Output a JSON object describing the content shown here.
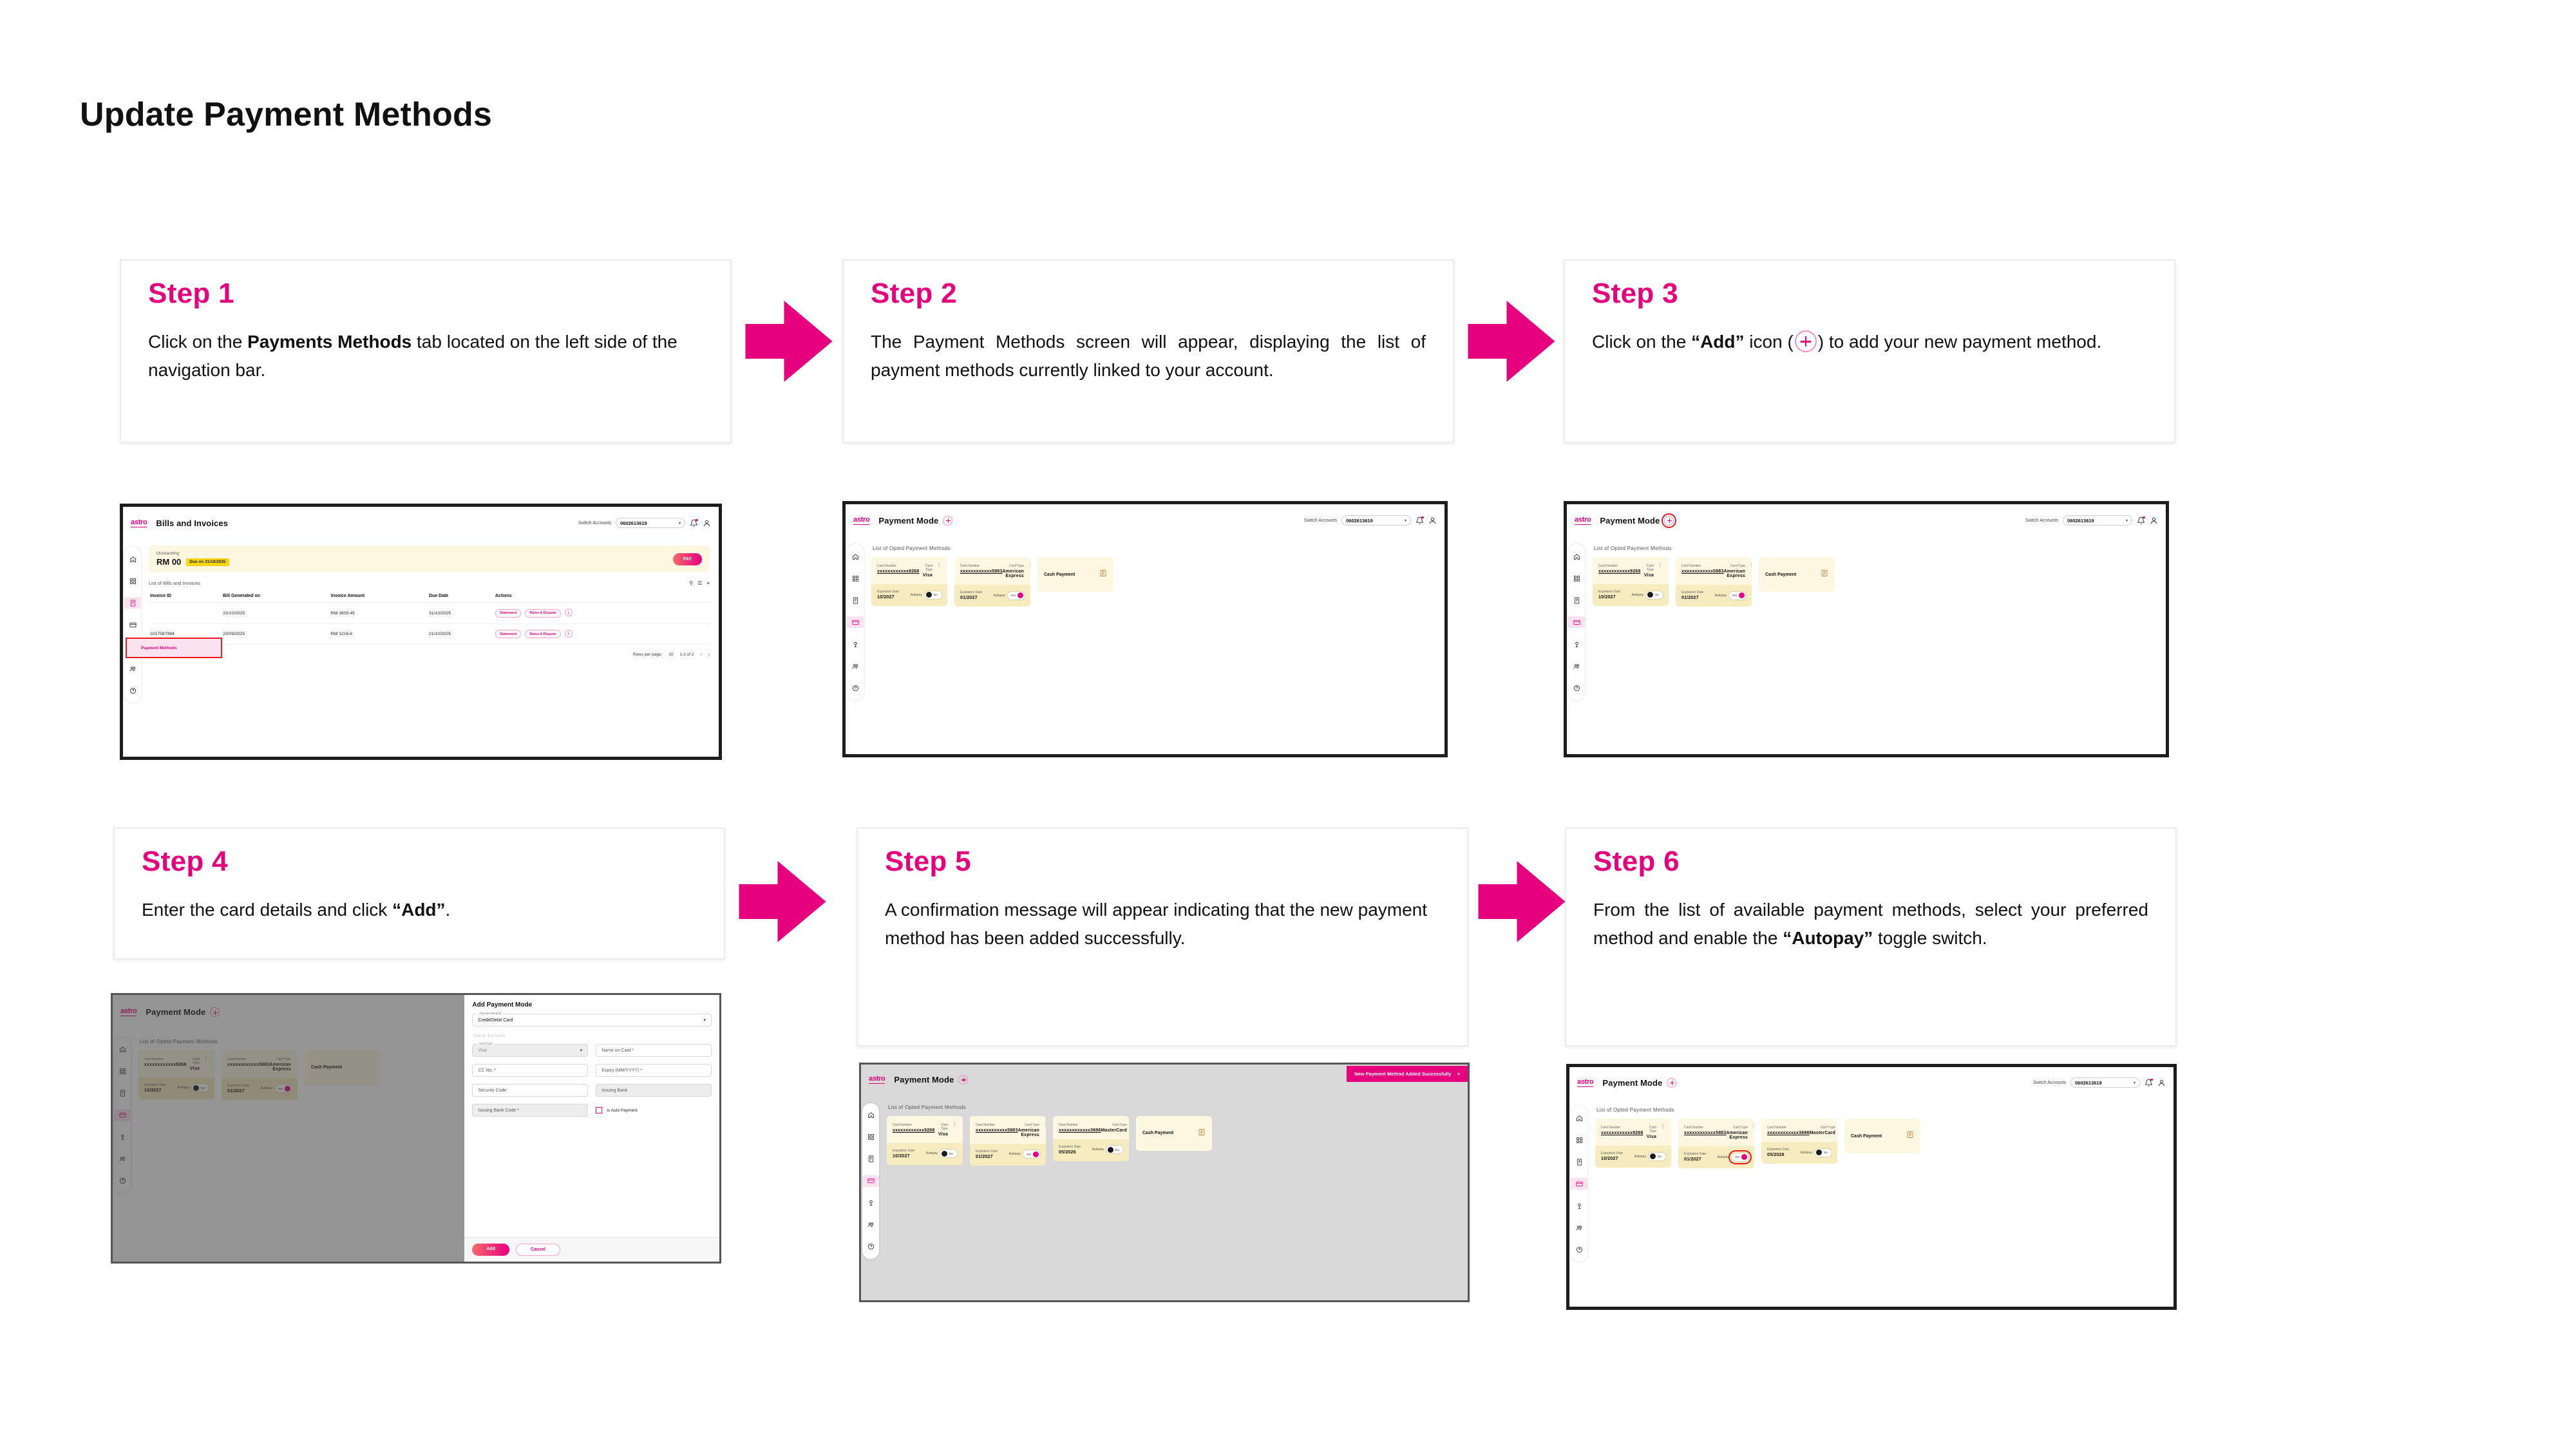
{
  "page": {
    "title": "Update Payment Methods"
  },
  "accent": {
    "pink": "#E6007E",
    "highlight_red": "#ee1c1c",
    "yellow": "#FFD60A",
    "card_bg": "#FEF8E2"
  },
  "steps": [
    {
      "heading": "Step 1",
      "text_parts": [
        "Click on the ",
        "Payments Methods",
        " tab located on the left side of the navigation bar."
      ]
    },
    {
      "heading": "Step 2",
      "text_parts": [
        "The Payment Methods screen will appear, displaying the list of payment methods currently linked to your account."
      ]
    },
    {
      "heading": "Step 3",
      "text_parts": [
        "Click on the ",
        "“Add”",
        " icon (",
        ") to add your new payment method."
      ]
    },
    {
      "heading": "Step 4",
      "text_parts": [
        "Enter the card details and click ",
        "“Add”",
        "."
      ]
    },
    {
      "heading": "Step 5",
      "text_parts": [
        "A confirmation message will appear indicating that the new payment method has been added successfully."
      ]
    },
    {
      "heading": "Step 6",
      "text_parts": [
        "From the list of available payment methods, select your preferred method and enable the ",
        "“Autopay”",
        " toggle switch."
      ]
    }
  ],
  "app": {
    "logo": "astro",
    "switch_accounts_label": "Switch Accounts",
    "account_number": "0602613619",
    "titles": {
      "bills": "Bills and Invoices",
      "payment_mode": "Payment Mode"
    },
    "nav_icons": [
      "home-icon",
      "dashboard-icon",
      "bills-icon",
      "payment-methods-icon",
      "services-icon",
      "profiles-icon",
      "help-icon"
    ],
    "payment_methods_label": "Payment Methods"
  },
  "bills_screen": {
    "outstanding_label": "Outstanding",
    "outstanding_amount": "RM 00",
    "due_badge": "Due on 31/10/2025",
    "pay_button": "PAY",
    "list_title": "List of Bills and Invoices",
    "columns": [
      "Invoice ID",
      "Bill Generated on",
      "Invoice Amount",
      "Due Date",
      "Actions"
    ],
    "rows": [
      {
        "invoice_id": "",
        "generated_on": "23/10/2025",
        "amount": "RM 3655.45",
        "due_date": "31/10/2025",
        "actions": [
          "Statement",
          "Raise A Dispute"
        ]
      },
      {
        "invoice_id": "1017587984",
        "generated_on": "23/09/2025",
        "amount": "RM 1216.6",
        "due_date": "21/10/2025",
        "actions": [
          "Statement",
          "Raise A Dispute"
        ]
      }
    ],
    "rows_per_page_label": "Rows per page:",
    "rows_per_page_value": "10",
    "range_label": "1-2 of 2"
  },
  "payment_screen": {
    "list_title": "List of Opted Payment Methods",
    "card_number_label": "Card Number",
    "card_type_label": "Card Type",
    "expiration_label": "Expiration Date",
    "autopay_label": "Autopay",
    "cash_payment_label": "Cash Payment",
    "toast": "New Payment Method Added Successfully",
    "toast_close": "×",
    "cards_initial": [
      {
        "number": "xxxxxxxxxxxx9268",
        "type": "Visa",
        "expiry": "10/2027",
        "autopay": "No",
        "autopay_on": false
      },
      {
        "number": "xxxxxxxxxxxx5883",
        "type": "American Express",
        "expiry": "01/2027",
        "autopay": "Yes",
        "autopay_on": true
      }
    ],
    "cards_after": [
      {
        "number": "xxxxxxxxxxxx9268",
        "type": "Visa",
        "expiry": "10/2027",
        "autopay": "No",
        "autopay_on": false
      },
      {
        "number": "xxxxxxxxxxxx5883",
        "type": "American Express",
        "expiry": "01/2027",
        "autopay": "Yes",
        "autopay_on": true
      },
      {
        "number": "xxxxxxxxxxxx3686",
        "type": "MasterCard",
        "expiry": "05/2026",
        "autopay": "No",
        "autopay_on": false
      }
    ]
  },
  "add_dialog": {
    "title": "Add Payment Mode",
    "payment_method_legend": "Payment Method",
    "payment_method_value": "Credit/Debit Card",
    "card_details_section": "Card Details",
    "card_type_legend": "Card Type",
    "card_type_value": "Visa",
    "name_on_card": "Name on Card *",
    "cc_no": "CC No. *",
    "expiry": "Expiry (MM/YYYY) *",
    "security_code": "Security Code",
    "issuing_bank": "Issuing Bank",
    "issuing_bank_code": "Issuing Bank Code *",
    "auto_payment_label": "Is Auto Payment",
    "add_button": "Add",
    "cancel_button": "Cancel"
  }
}
